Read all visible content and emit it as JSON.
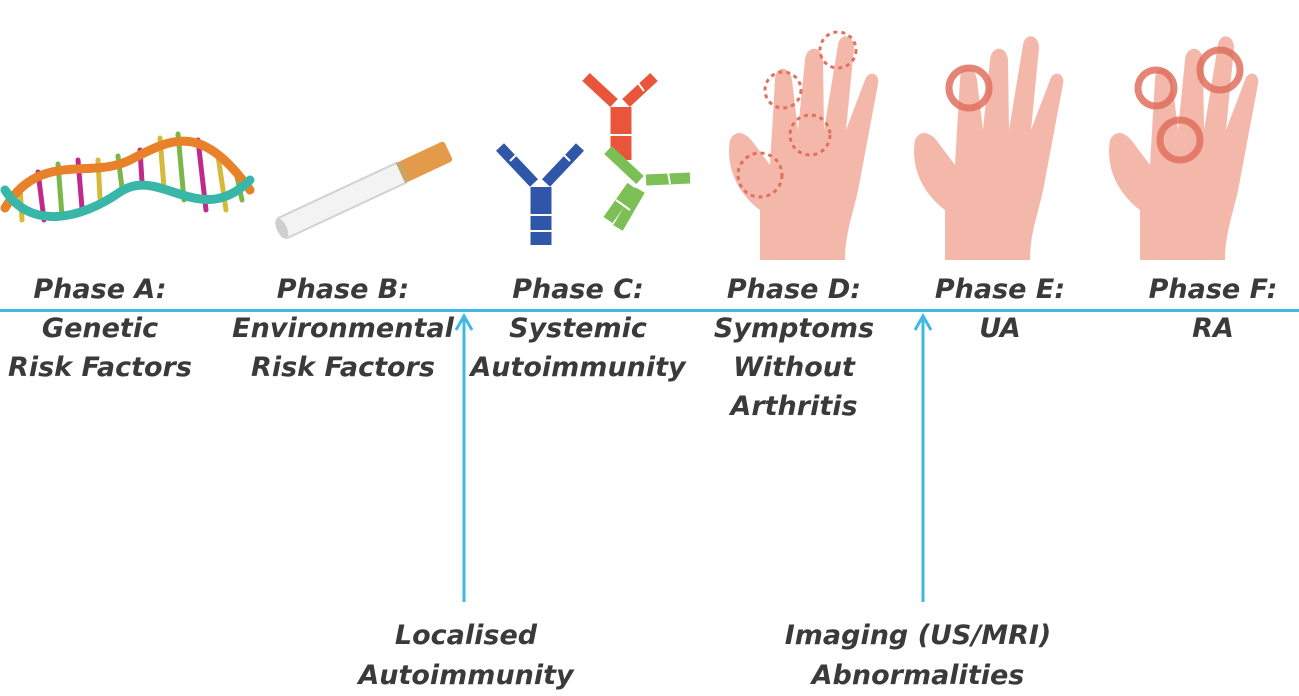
{
  "phases": [
    {
      "id": "a",
      "title": "Phase A:",
      "lines": [
        "Genetic",
        "Risk Factors"
      ],
      "icon": "dna-helix-icon"
    },
    {
      "id": "b",
      "title": "Phase B:",
      "lines": [
        "Environmental",
        "Risk Factors"
      ],
      "icon": "cigarette-icon"
    },
    {
      "id": "c",
      "title": "Phase C:",
      "lines": [
        "Systemic",
        "Autoimmunity"
      ],
      "icon": "antibodies-icon"
    },
    {
      "id": "d",
      "title": "Phase D:",
      "lines": [
        "Symptoms",
        "Without",
        "Arthritis"
      ],
      "icon": "hand-dashed-joints-icon"
    },
    {
      "id": "e",
      "title": "Phase E:",
      "lines": [
        "UA"
      ],
      "icon": "hand-one-inflamed-joint-icon"
    },
    {
      "id": "f",
      "title": "Phase F:",
      "lines": [
        "RA"
      ],
      "icon": "hand-multiple-inflamed-joints-icon"
    }
  ],
  "callouts": [
    {
      "id": "localised",
      "lines": [
        "Localised",
        "Autoimmunity"
      ]
    },
    {
      "id": "imaging",
      "lines": [
        "Imaging (US/MRI)",
        "Abnormalities"
      ]
    }
  ],
  "colors": {
    "timeline": "#3fb8e3",
    "text": "#3a3a3a",
    "skin": "#f4b8aa",
    "inflammation": "#e07060",
    "antibody_blue": "#2f56a8",
    "antibody_red": "#e8553b",
    "antibody_green": "#7cbf55"
  }
}
